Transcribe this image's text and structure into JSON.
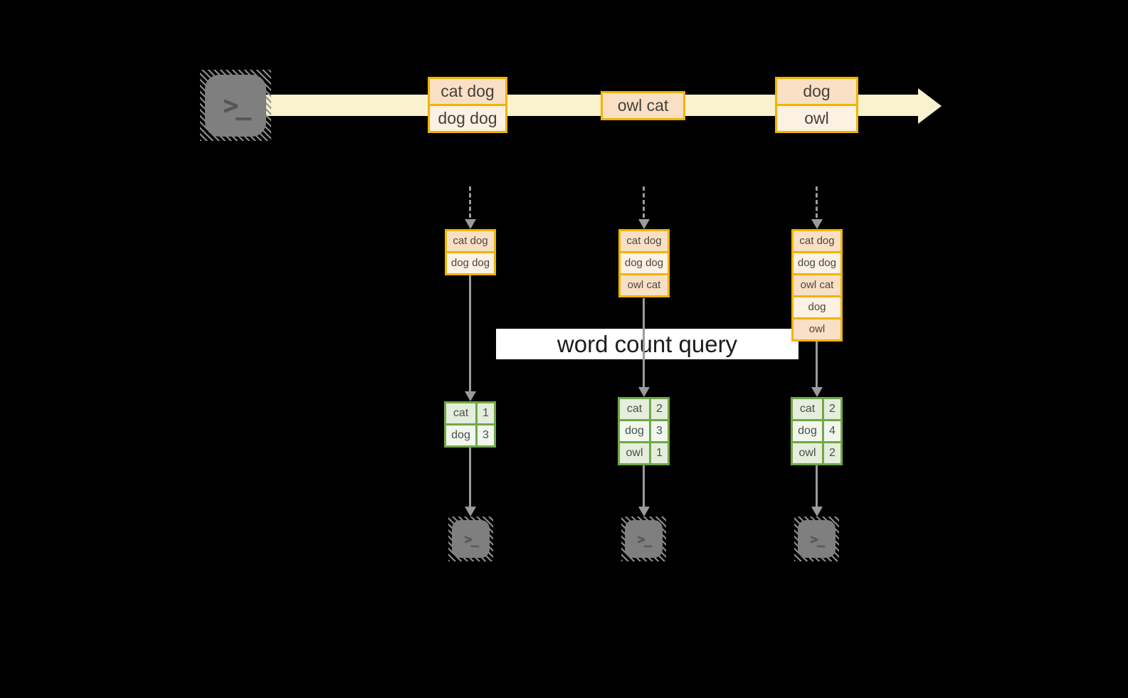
{
  "diagram": {
    "terminal_glyph": ">_",
    "query_label": "word count query",
    "stream_events": [
      {
        "lines": [
          "cat dog",
          "dog dog"
        ]
      },
      {
        "lines": [
          "owl cat"
        ]
      },
      {
        "lines": [
          "dog",
          "owl"
        ]
      }
    ],
    "columns": [
      {
        "batch": [
          "cat dog",
          "dog dog"
        ],
        "counts": [
          {
            "word": "cat",
            "count": "1"
          },
          {
            "word": "dog",
            "count": "3"
          }
        ]
      },
      {
        "batch": [
          "cat dog",
          "dog dog",
          "owl cat"
        ],
        "counts": [
          {
            "word": "cat",
            "count": "2"
          },
          {
            "word": "dog",
            "count": "3"
          },
          {
            "word": "owl",
            "count": "1"
          }
        ]
      },
      {
        "batch": [
          "cat dog",
          "dog dog",
          "owl cat",
          "dog",
          "owl"
        ],
        "counts": [
          {
            "word": "cat",
            "count": "2"
          },
          {
            "word": "dog",
            "count": "4"
          },
          {
            "word": "owl",
            "count": "2"
          }
        ]
      }
    ],
    "colors": {
      "stream_band": "#FAF1CE",
      "box_border": "#F0B400",
      "box_fill_dark": "#F9E0C5",
      "box_fill_light": "#FCF1E2",
      "table_border": "#70A847",
      "table_fill_dark": "#E4EEDB",
      "table_fill_light": "#F2F7EE",
      "arrow_gray": "#9B9B9B",
      "terminal_gray": "#7F7F7F",
      "label_bg": "#FFFFFF"
    }
  }
}
